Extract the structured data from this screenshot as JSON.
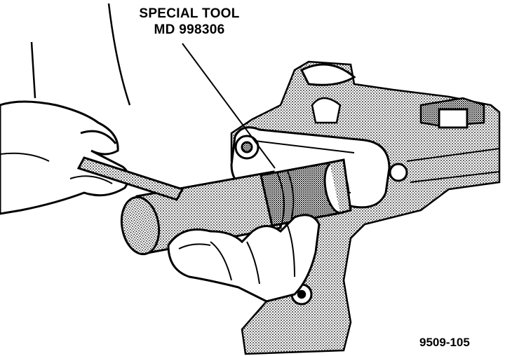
{
  "callout": {
    "line1": "SPECIAL TOOL",
    "line2": "MD 998306"
  },
  "figure_number": "9509-105",
  "colors": {
    "ink": "#000000",
    "paper": "#ffffff"
  }
}
